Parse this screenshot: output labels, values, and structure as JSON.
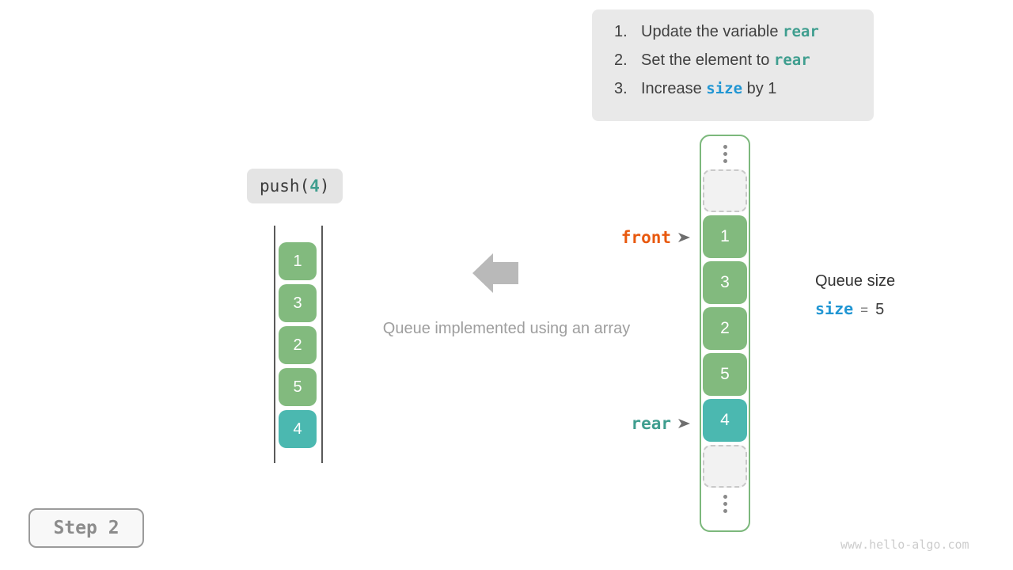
{
  "instructions": {
    "items": [
      {
        "num": "1.",
        "pre": "Update the variable ",
        "code": "rear",
        "post": ""
      },
      {
        "num": "2.",
        "pre": "Set the element to ",
        "code": "rear",
        "post": ""
      },
      {
        "num": "3.",
        "pre": "Increase ",
        "code": "size",
        "post": " by 1"
      }
    ]
  },
  "operation": {
    "prefix": "push(",
    "arg": "4",
    "suffix": ")"
  },
  "left_stack": {
    "values": [
      "1",
      "3",
      "2",
      "5",
      "4"
    ]
  },
  "caption": "Queue implemented using an array",
  "array": {
    "cells": [
      "1",
      "3",
      "2",
      "5",
      "4"
    ],
    "front_label": "front",
    "rear_label": "rear"
  },
  "queue_size": {
    "title": "Queue size",
    "var": "size",
    "equals": "=",
    "value": "5"
  },
  "step": {
    "label": "Step 2"
  },
  "watermark": "www.hello-algo.com",
  "colors": {
    "cell_green": "#82ba7e",
    "cell_teal": "#4bb8b0",
    "container_border_green": "#7cb87c",
    "code_teal": "#3f9e8f",
    "code_blue": "#2196d3",
    "front_orange": "#e8590f",
    "gray_arrow": "#b9b9b9",
    "box_gray": "#e9e9e9"
  }
}
